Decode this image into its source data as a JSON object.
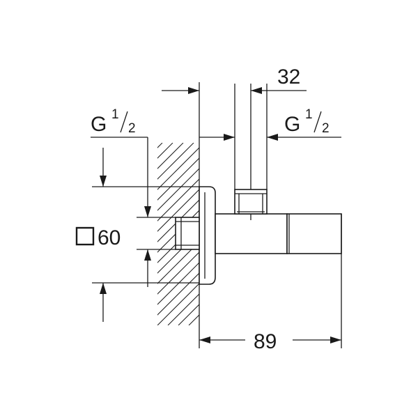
{
  "labels": {
    "width_top": "32",
    "thread_right_G": "G",
    "thread_right_num": "1",
    "thread_right_den": "2",
    "thread_left_G": "G",
    "thread_left_num": "1",
    "thread_left_den": "2",
    "rosette_size": "60",
    "overall_length": "89"
  }
}
